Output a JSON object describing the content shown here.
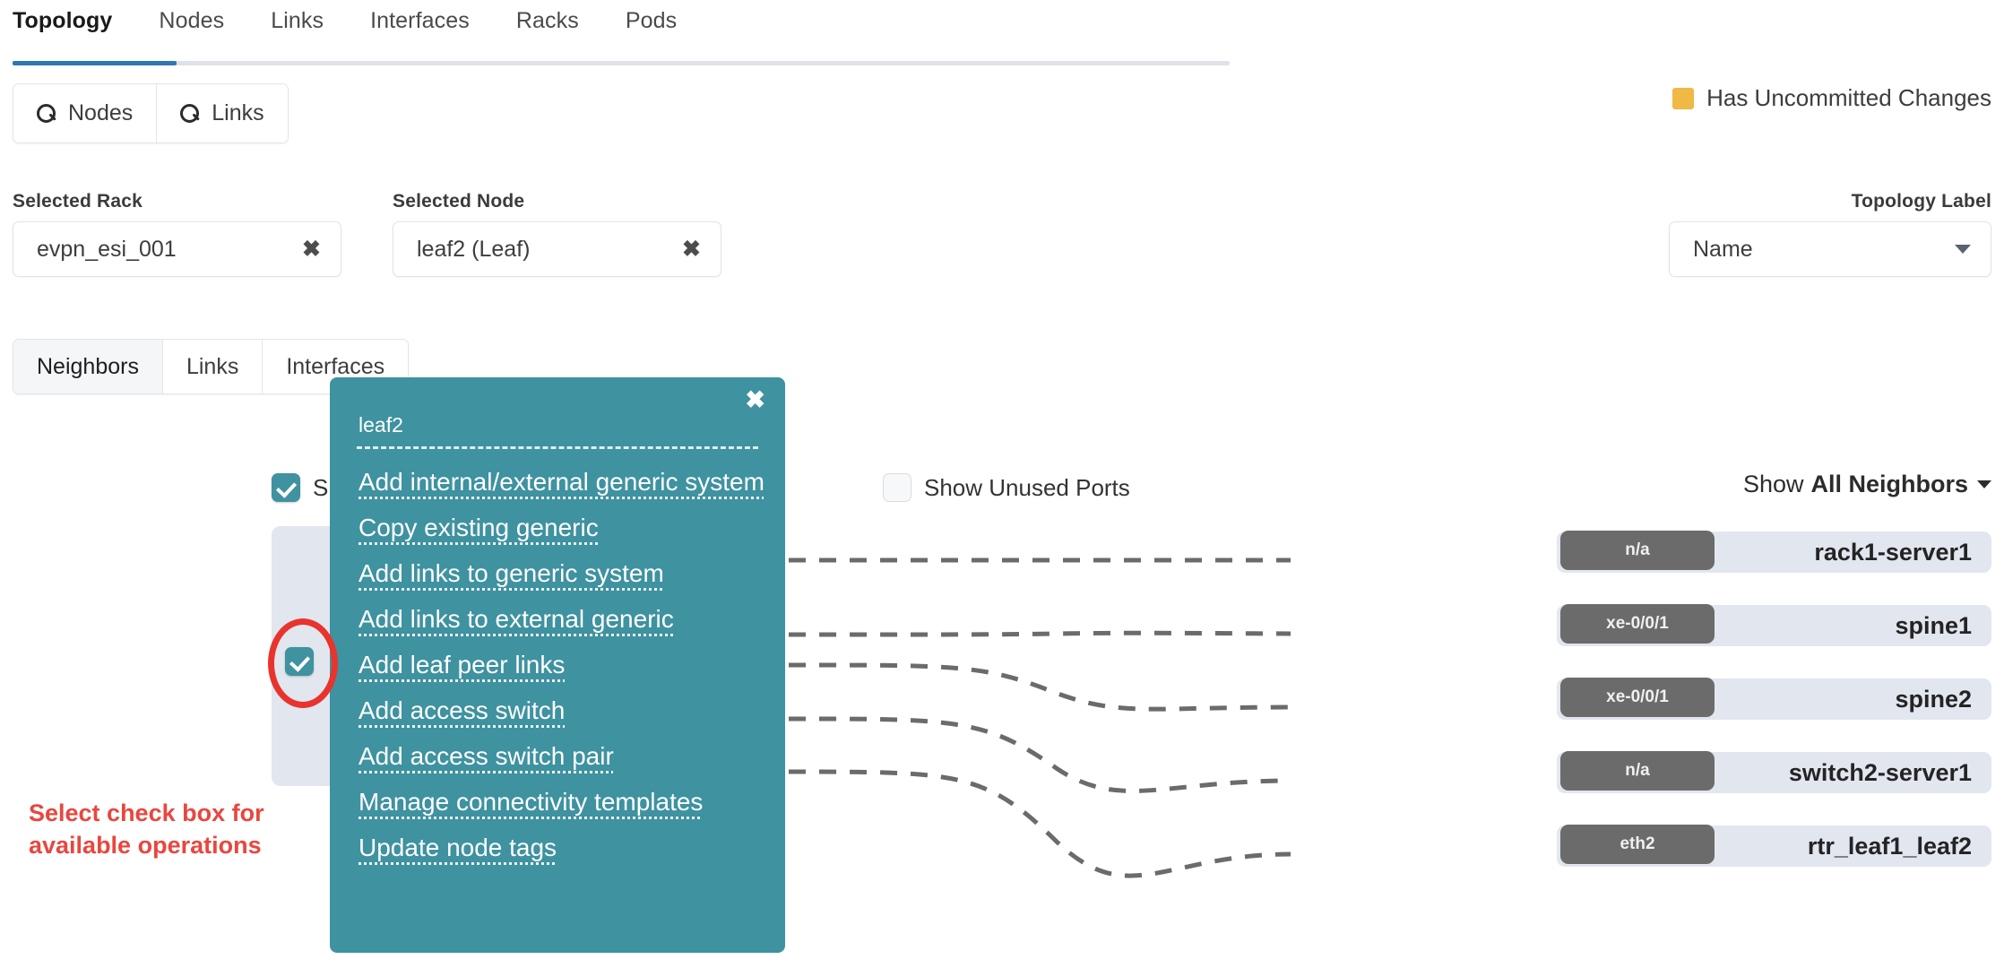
{
  "topnav": {
    "tabs": [
      {
        "label": "Topology",
        "active": true
      },
      {
        "label": "Nodes",
        "active": false
      },
      {
        "label": "Links",
        "active": false
      },
      {
        "label": "Interfaces",
        "active": false
      },
      {
        "label": "Racks",
        "active": false
      },
      {
        "label": "Pods",
        "active": false
      }
    ]
  },
  "search": {
    "nodes_label": "Nodes",
    "links_label": "Links"
  },
  "legend": {
    "uncommitted_label": "Has Uncommitted Changes",
    "uncommitted_color": "#f0b844"
  },
  "filters": {
    "rack_label": "Selected Rack",
    "rack_value": "evpn_esi_001",
    "rack_clear": "✖",
    "node_label": "Selected Node",
    "node_value": "leaf2 (Leaf)",
    "node_clear": "✖",
    "topology_label_label": "Topology Label",
    "topology_label_value": "Name"
  },
  "subtabs": [
    {
      "label": "Neighbors",
      "active": true
    },
    {
      "label": "Links",
      "active": false
    },
    {
      "label": "Interfaces",
      "active": false
    }
  ],
  "controls": {
    "left_checkbox_label": "S",
    "left_checkbox_checked": true,
    "unused_ports_label": "Show Unused Ports",
    "unused_ports_checked": false,
    "show_prefix": "Show",
    "show_value": "All Neighbors"
  },
  "neighbors": [
    {
      "port": "n/a",
      "name": "rack1-server1"
    },
    {
      "port": "xe-0/0/1",
      "name": "spine1"
    },
    {
      "port": "xe-0/0/1",
      "name": "spine2"
    },
    {
      "port": "n/a",
      "name": "switch2-server1"
    },
    {
      "port": "eth2",
      "name": "rtr_leaf1_leaf2"
    }
  ],
  "context_menu": {
    "title": "leaf2",
    "close": "✖",
    "accent_color": "#3f92a0",
    "items": [
      "Add internal/external generic system",
      "Copy existing generic",
      "Add links to generic system",
      "Add links to external generic",
      "Add leaf peer links",
      "Add access switch",
      "Add access switch pair",
      "Manage connectivity templates",
      "Update node tags"
    ]
  },
  "annotation": {
    "text": "Select check box for available operations",
    "color": "#e8473f"
  }
}
